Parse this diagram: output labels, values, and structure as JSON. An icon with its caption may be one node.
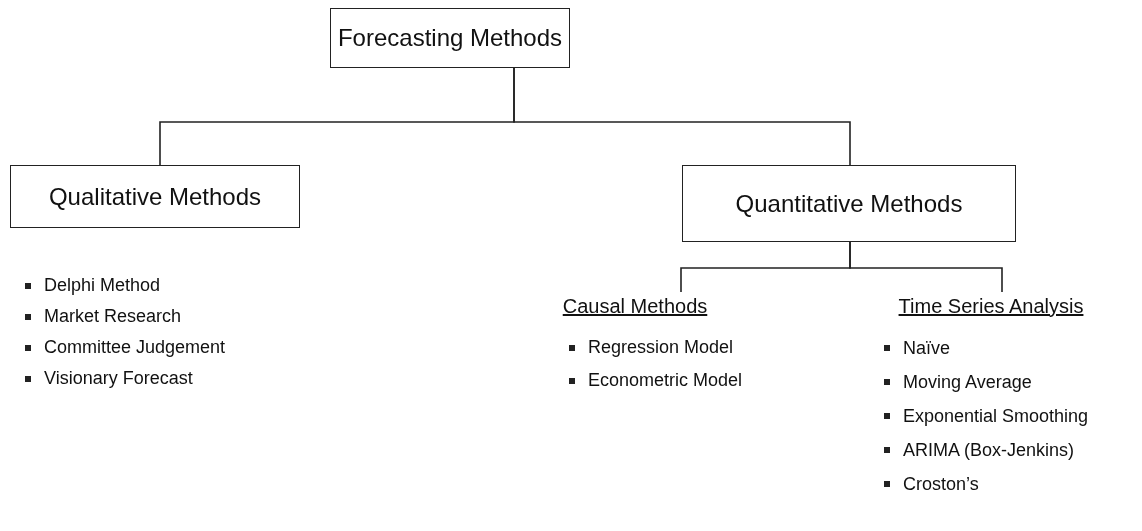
{
  "diagram": {
    "nodes": [
      {
        "text": [
          "Forecasting Methods"
        ]
      },
      {
        "text": [
          "Qualitative Methods"
        ],
        "beside": [
          "Delphi Method",
          "Market Research",
          "Committee Judgement",
          "Visionary Forecast"
        ]
      },
      {
        "text": [
          "Quantitative Methods"
        ]
      },
      {
        "text": [
          "Causal Methods"
        ],
        "beside": [
          "Regression Model",
          "Econometric Model"
        ]
      },
      {
        "text": [
          "Time Series Analysis"
        ],
        "beside": [
          "Naïve",
          "Moving Average",
          "Exponential Smoothing",
          "ARIMA (Box-Jenkins)",
          "Croston’s"
        ]
      }
    ],
    "edges": [
      {
        "from": 0,
        "to": 1,
        "arrow": "none"
      },
      {
        "from": 0,
        "to": 2,
        "arrow": "none"
      },
      {
        "from": 2,
        "to": 3,
        "arrow": "none"
      },
      {
        "from": 2,
        "to": 4,
        "arrow": "none"
      }
    ]
  }
}
